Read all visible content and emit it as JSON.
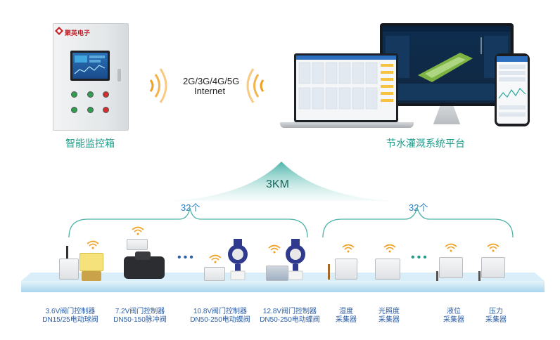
{
  "colors": {
    "accent_teal": "#1f9c8a",
    "label_blue": "#2a5ea8",
    "count_blue": "#2a7fbf",
    "wifi_orange": "#f0a020",
    "platform_blue": "#bfe0f2"
  },
  "cabinet": {
    "brand": "聚英电子",
    "caption": "智能监控箱"
  },
  "network_link": {
    "line1": "2G/3G/4G/5G",
    "line2": "Internet"
  },
  "platform_caption": "节水灌溉系统平台",
  "range": {
    "distance": "3KM",
    "left_count": "32个",
    "right_count": "32个"
  },
  "devices": [
    {
      "line1": "3.6V阀门控制器",
      "line2": "DN15/25电动球阀"
    },
    {
      "line1": "7.2V阀门控制器",
      "line2": "DN50-150脉冲阀"
    },
    {
      "line1": "10.8V阀门控制器",
      "line2": "DN50-250电动蝶阀"
    },
    {
      "line1": "12.8V阀门控制器",
      "line2": "DN50-250电动蝶阀"
    },
    {
      "line1": "湿度",
      "line2": "采集器"
    },
    {
      "line1": "光照度",
      "line2": "采集器"
    },
    {
      "line1": "液位",
      "line2": "采集器"
    },
    {
      "line1": "压力",
      "line2": "采集器"
    }
  ],
  "icons": {
    "cabinet_logo": "logo-icon",
    "signal": "wireless-signal-icon",
    "device_wifi": "wifi-icon",
    "more": "ellipsis-icon"
  }
}
